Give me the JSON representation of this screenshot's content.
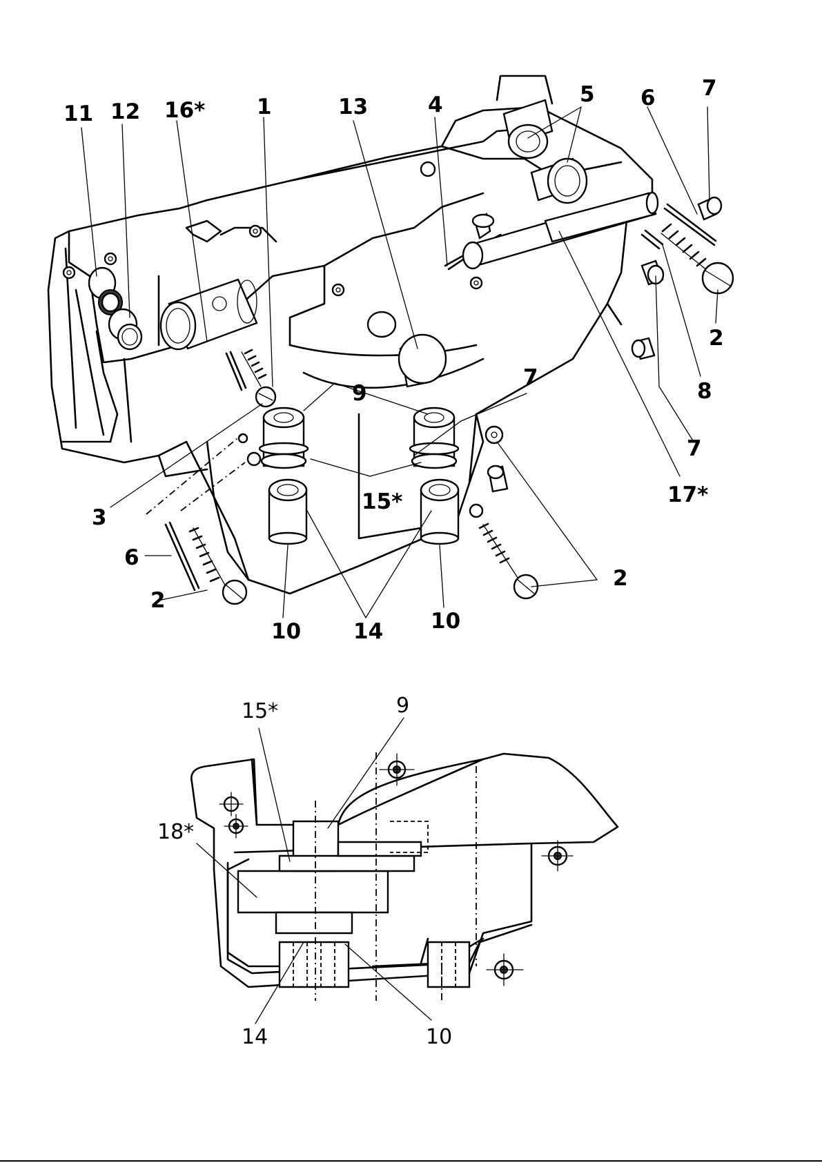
{
  "exploded_view": {
    "callouts": [
      {
        "id": "c11",
        "text": "11"
      },
      {
        "id": "c12",
        "text": "12"
      },
      {
        "id": "c16",
        "text": "16*"
      },
      {
        "id": "c1",
        "text": "1"
      },
      {
        "id": "c13",
        "text": "13"
      },
      {
        "id": "c4",
        "text": "4"
      },
      {
        "id": "c5",
        "text": "5"
      },
      {
        "id": "c6a",
        "text": "6"
      },
      {
        "id": "c7a",
        "text": "7"
      },
      {
        "id": "c2a",
        "text": "2"
      },
      {
        "id": "c8",
        "text": "8"
      },
      {
        "id": "c7b",
        "text": "7"
      },
      {
        "id": "c17",
        "text": "17*"
      },
      {
        "id": "c9",
        "text": "9"
      },
      {
        "id": "c7c",
        "text": "7"
      },
      {
        "id": "c3",
        "text": "3"
      },
      {
        "id": "c15",
        "text": "15*"
      },
      {
        "id": "c6b",
        "text": "6"
      },
      {
        "id": "c2b",
        "text": "2"
      },
      {
        "id": "c2c",
        "text": "2"
      },
      {
        "id": "c10a",
        "text": "10"
      },
      {
        "id": "c14",
        "text": "14"
      },
      {
        "id": "c10b",
        "text": "10"
      }
    ]
  },
  "section_view": {
    "callouts": [
      {
        "id": "s15",
        "text": "15*"
      },
      {
        "id": "s9",
        "text": "9"
      },
      {
        "id": "s18",
        "text": "18*"
      },
      {
        "id": "s14",
        "text": "14"
      },
      {
        "id": "s10",
        "text": "10"
      }
    ]
  }
}
